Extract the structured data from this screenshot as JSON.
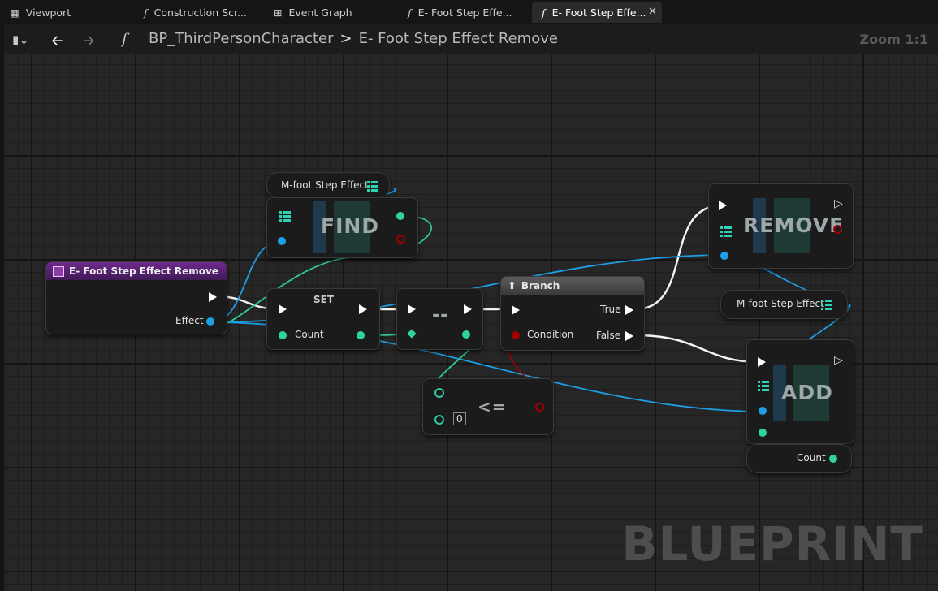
{
  "tabs": [
    {
      "label": "Viewport",
      "icon": "viewport-icon"
    },
    {
      "label": "Construction Scr...",
      "icon": "function-icon"
    },
    {
      "label": "Event Graph",
      "icon": "event-graph-icon"
    },
    {
      "label": "E- Foot Step Effe...",
      "icon": "function-icon"
    },
    {
      "label": "E- Foot Step Effe...",
      "icon": "function-icon",
      "active": true
    }
  ],
  "toolbar": {
    "breadcrumb_root": "BP_ThirdPersonCharacter",
    "breadcrumb_separator": ">",
    "breadcrumb_current": "E- Foot Step Effect Remove",
    "zoom": "Zoom 1:1"
  },
  "nodes": {
    "entry": {
      "title": "E- Foot Step Effect Remove",
      "pin_effect": "Effect"
    },
    "getter_top": {
      "label": "M-foot Step Effect"
    },
    "find": {
      "title": "FIND"
    },
    "set": {
      "title": "SET",
      "pin_count": "Count"
    },
    "decrement": {
      "title": "--"
    },
    "branch": {
      "title": "Branch",
      "pin_true": "True",
      "pin_condition": "Condition",
      "pin_false": "False"
    },
    "lte": {
      "title": "<=",
      "value": "0"
    },
    "remove": {
      "title": "REMOVE"
    },
    "getter_right": {
      "label": "M-foot Step Effect"
    },
    "add": {
      "title": "ADD"
    },
    "count_getter": {
      "label": "Count"
    }
  },
  "watermark": "BLUEPRINT",
  "colors": {
    "exec": "#ffffff",
    "object_pin": "#1ea0e6",
    "integer_pin": "#2fd3a3",
    "bool_pin": "#a00000",
    "function_header": "#6b2a86",
    "array_icon": "#2ed3b5"
  }
}
